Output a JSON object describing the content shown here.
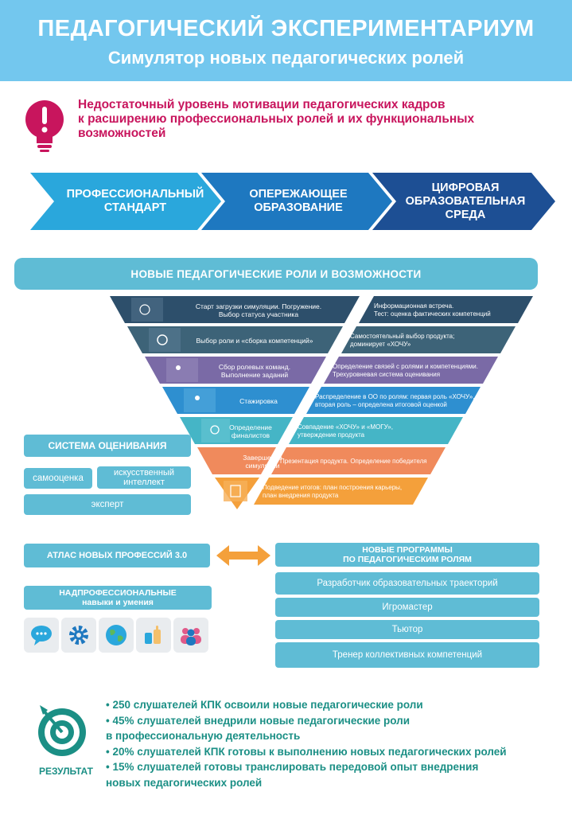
{
  "header": {
    "title": "ПЕДАГОГИЧЕСКИЙ ЭКСПЕРИМЕНТАРИУМ",
    "subtitle": "Симулятор новых педагогических ролей"
  },
  "problem": {
    "icon": "alert-bulb-icon",
    "lines": [
      "Недостаточный уровень мотивации педагогических кадров",
      "к расширению профессиональных ролей и их функциональных",
      "возможностей"
    ]
  },
  "arrows": [
    {
      "lines": [
        "ПРОФЕССИОНАЛЬНЫЙ",
        "СТАНДАРТ"
      ],
      "color": "#2aa7dc"
    },
    {
      "lines": [
        "ОПЕРЕЖАЮЩЕЕ",
        "ОБРАЗОВАНИЕ"
      ],
      "color": "#1e78c0"
    },
    {
      "lines": [
        "ЦИФРОВАЯ",
        "ОБРАЗОВАТЕЛЬНАЯ",
        "СРЕДА"
      ],
      "color": "#1d4f94"
    }
  ],
  "roles_title": "НОВЫЕ ПЕДАГОГИЧЕСКИЕ РОЛИ И ВОЗМОЖНОСТИ",
  "steps": [
    {
      "left": [
        "Старт загрузки симуляции. Погружение.",
        "Выбор статуса участника"
      ],
      "right": [
        "Информационная встреча.",
        "Тест: оценка фактических компетенций"
      ],
      "color": "#2d4f6b",
      "icon": "network-icon"
    },
    {
      "left": [
        "Выбор роли и «сборка компетенций»"
      ],
      "right": [
        "Самостоятельный выбор продукта;",
        "доминирует «ХОЧУ»"
      ],
      "color": "#3d6378",
      "icon": "gears-icon"
    },
    {
      "left": [
        "Сбор ролевых команд.",
        "Выполнение заданий"
      ],
      "right": [
        "Определение связей с ролями и компетенциями.",
        "Трехуровневая система оценивания"
      ],
      "color": "#7a6aa6",
      "icon": "team-icon"
    },
    {
      "left": [
        "Стажировка"
      ],
      "right": [
        "Распределение в ОО по ролям: первая роль «ХОЧУ»,",
        "вторая роль – определена итоговой оценкой"
      ],
      "color": "#2e8fd0",
      "icon": "people-icon"
    },
    {
      "left": [
        "Определение",
        "финалистов"
      ],
      "right": [
        "Совпадение «ХОЧУ» и «МОГУ»,",
        "утверждение продукта"
      ],
      "color": "#45b5c6",
      "icon": "settings-people-icon"
    },
    {
      "left": [
        "Завершение",
        "симуляции"
      ],
      "right": [
        "Презентация продукта. Определение победителя"
      ],
      "color": "#f08a5c",
      "icon": "flag-icon"
    },
    {
      "left": [],
      "right": [
        "Подведение итогов: план построения карьеры,",
        "план внедрения продукта"
      ],
      "color": "#f4a03b",
      "icon": "checklist-icon"
    }
  ],
  "evaluation": {
    "title": "СИСТЕМА ОЦЕНИВАНИЯ",
    "self": "самооценка",
    "ai": [
      "искусственный",
      "интеллект"
    ],
    "expert": "эксперт"
  },
  "atlas": "АТЛАС НОВЫХ ПРОФЕССИЙ 3.0",
  "skills": [
    "НАДПРОФЕССИОНАЛЬНЫЕ",
    "навыки и умения"
  ],
  "skill_icons": [
    "chat-bubble-icon",
    "gear-icon",
    "globe-icon",
    "hands-icon",
    "group-icon"
  ],
  "programs": {
    "title": [
      "НОВЫЕ ПРОГРАММЫ",
      "ПО ПЕДАГОГИЧЕСКИМ РОЛЯМ"
    ],
    "items": [
      "Разработчик образовательных траекторий",
      "Игромастер",
      "Тьютор",
      "Тренер коллективных компетенций"
    ]
  },
  "result": {
    "label": "РЕЗУЛЬТАТ",
    "icon": "target-icon",
    "lines": [
      "• 250 слушателей КПК освоили новые педагогические роли",
      "• 45% слушателей внедрили новые педагогические роли",
      "в профессиональную деятельность",
      "• 20% слушателей КПК готовы к выполнению новых педагогических ролей",
      "• 15% слушателей готовы транслировать передовой опыт внедрения",
      "новых педагогических ролей"
    ]
  },
  "colors": {
    "header": "#73c7ee",
    "accent_pink": "#c8155d",
    "teal": "#5fbcd5",
    "result_green": "#1b8f85",
    "arrow_orange": "#f4a03b"
  }
}
